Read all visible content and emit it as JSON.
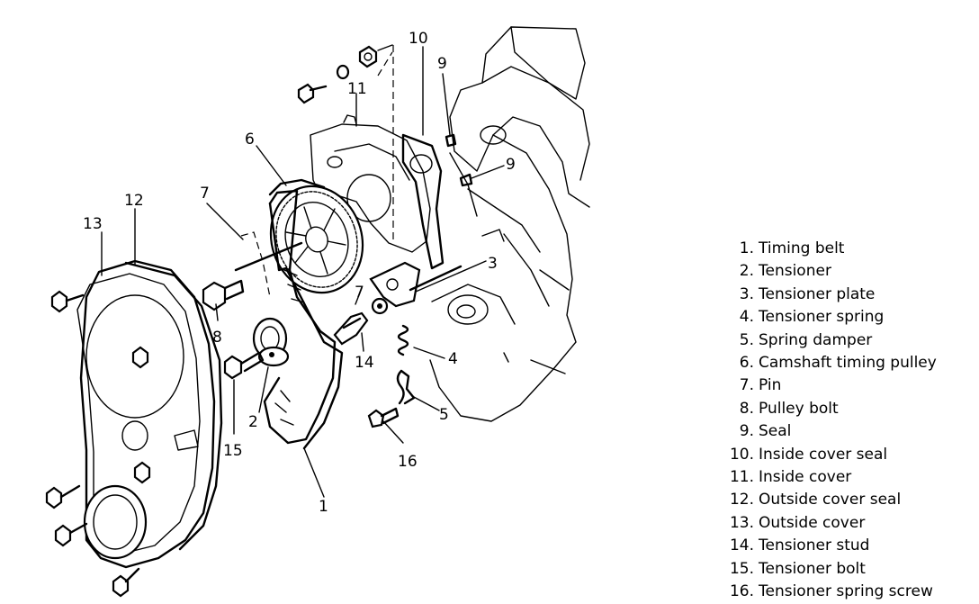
{
  "callouts": {
    "c1": "1",
    "c2": "2",
    "c3": "3",
    "c4": "4",
    "c5": "5",
    "c6": "6",
    "c7a": "7",
    "c7b": "7",
    "c8": "8",
    "c9a": "9",
    "c9b": "9",
    "c10": "10",
    "c11": "11",
    "c12": "12",
    "c13": "13",
    "c14": "14",
    "c15": "15",
    "c16": "16"
  },
  "legend": [
    {
      "num": "1.",
      "label": "Timing belt"
    },
    {
      "num": "2.",
      "label": "Tensioner"
    },
    {
      "num": "3.",
      "label": "Tensioner plate"
    },
    {
      "num": "4.",
      "label": "Tensioner spring"
    },
    {
      "num": "5.",
      "label": "Spring damper"
    },
    {
      "num": "6.",
      "label": "Camshaft timing pulley"
    },
    {
      "num": "7.",
      "label": "Pin"
    },
    {
      "num": "8.",
      "label": "Pulley bolt"
    },
    {
      "num": "9.",
      "label": "Seal"
    },
    {
      "num": "10.",
      "label": "Inside cover seal"
    },
    {
      "num": "11.",
      "label": "Inside cover"
    },
    {
      "num": "12.",
      "label": "Outside cover seal"
    },
    {
      "num": "13.",
      "label": "Outside cover"
    },
    {
      "num": "14.",
      "label": "Tensioner stud"
    },
    {
      "num": "15.",
      "label": "Tensioner bolt"
    },
    {
      "num": "16.",
      "label": "Tensioner spring screw"
    }
  ]
}
